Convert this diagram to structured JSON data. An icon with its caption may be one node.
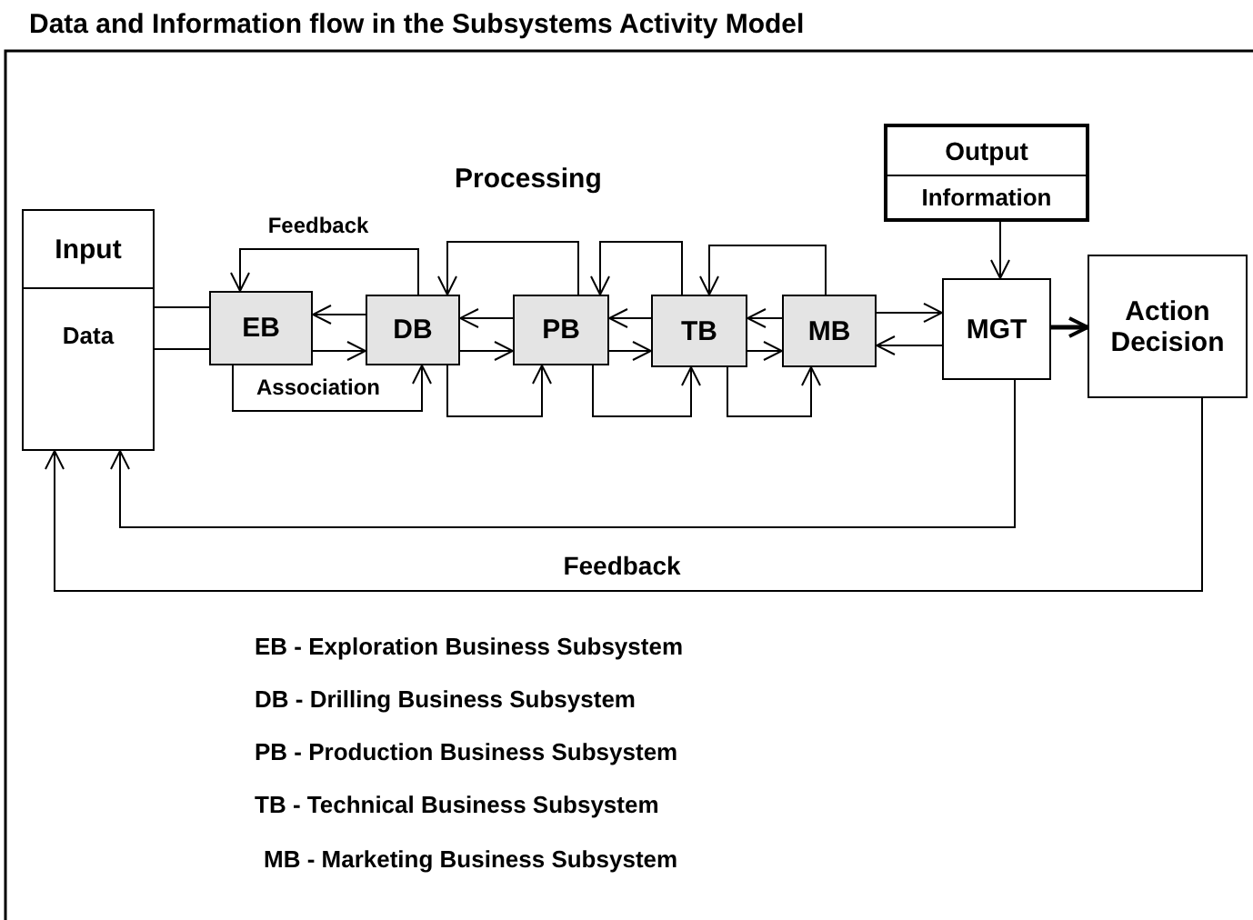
{
  "diagram": {
    "title": "Data and Information flow in the Subsystems Activity Model",
    "nodes": [
      {
        "text": [
          "Input",
          "Data"
        ]
      },
      {
        "text": [
          "EB"
        ]
      },
      {
        "text": [
          "DB"
        ]
      },
      {
        "text": [
          "PB"
        ]
      },
      {
        "text": [
          "TB"
        ]
      },
      {
        "text": [
          "MB"
        ]
      },
      {
        "text": [
          "MGT"
        ]
      },
      {
        "text": [
          "Action Decision"
        ]
      },
      {
        "text": [
          "Output",
          "Information"
        ]
      }
    ],
    "edges": [
      {
        "from": 0,
        "to": 1,
        "arrow": "none"
      },
      {
        "from": 0,
        "to": 1,
        "arrow": "none"
      },
      {
        "from": 2,
        "to": 1,
        "arrow": "to"
      },
      {
        "from": 1,
        "to": 2,
        "arrow": "to"
      },
      {
        "from": 2,
        "to": 1,
        "arrow": "to",
        "label": "Feedback"
      },
      {
        "from": 1,
        "to": 2,
        "arrow": "to",
        "label": "Association"
      },
      {
        "from": 3,
        "to": 2,
        "arrow": "to"
      },
      {
        "from": 2,
        "to": 3,
        "arrow": "to"
      },
      {
        "from": 3,
        "to": 2,
        "arrow": "to"
      },
      {
        "from": 2,
        "to": 3,
        "arrow": "to"
      },
      {
        "from": 4,
        "to": 3,
        "arrow": "to"
      },
      {
        "from": 3,
        "to": 4,
        "arrow": "to"
      },
      {
        "from": 4,
        "to": 3,
        "arrow": "to"
      },
      {
        "from": 3,
        "to": 4,
        "arrow": "to"
      },
      {
        "from": 5,
        "to": 4,
        "arrow": "to"
      },
      {
        "from": 4,
        "to": 5,
        "arrow": "to"
      },
      {
        "from": 5,
        "to": 4,
        "arrow": "to"
      },
      {
        "from": 4,
        "to": 5,
        "arrow": "to"
      },
      {
        "from": 5,
        "to": 6,
        "arrow": "to"
      },
      {
        "from": 6,
        "to": 5,
        "arrow": "to"
      },
      {
        "from": 8,
        "to": 6,
        "arrow": "to"
      },
      {
        "from": 6,
        "to": 7,
        "arrow": "to",
        "style": "thick"
      },
      {
        "from": 6,
        "to": 0,
        "arrow": "to"
      },
      {
        "from": 7,
        "to": 0,
        "arrow": "to",
        "label": "Feedback"
      }
    ],
    "labels": [
      "Processing",
      "EB - Exploration Business Subsystem",
      "DB - Drilling Business Subsystem",
      "PB - Production Business Subsystem",
      "TB - Technical Business Subsystem",
      "MB - Marketing Business Subsystem"
    ]
  }
}
